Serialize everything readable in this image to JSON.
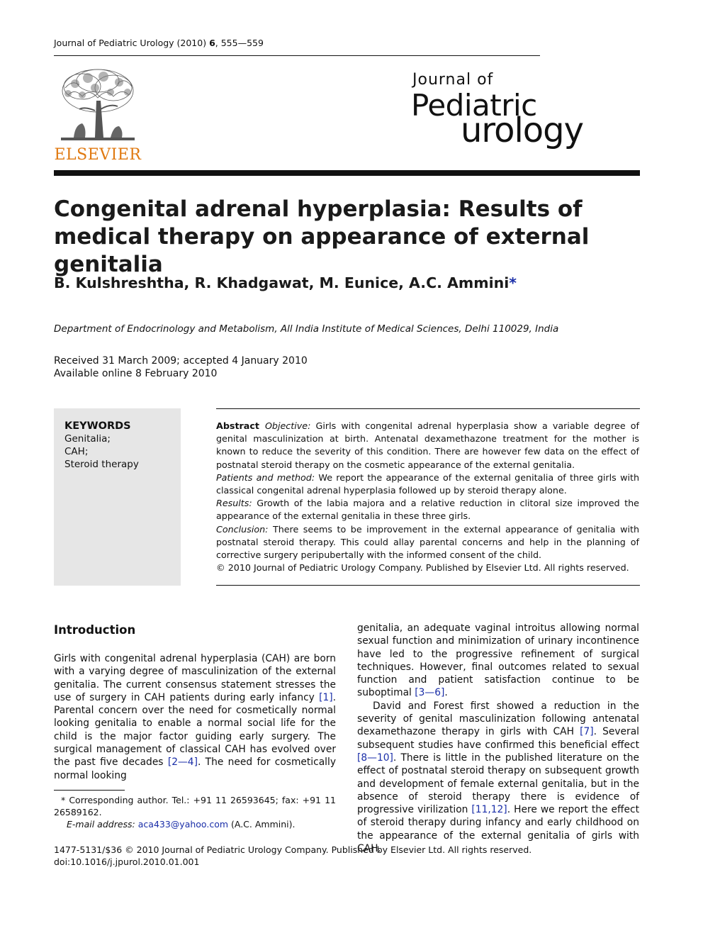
{
  "header": {
    "running_head_prefix": "Journal of Pediatric Urology (2010) ",
    "running_head_volume": "6",
    "running_head_pages": ", 555—559",
    "publisher": "ELSEVIER",
    "journal_logo_line1": "Journal of",
    "journal_logo_line2": "Pediatric",
    "journal_logo_line3": "urology"
  },
  "article": {
    "title": "Congenital adrenal hyperplasia: Results of medical therapy on appearance of external genitalia",
    "authors": "B. Kulshreshtha, R. Khadgawat, M. Eunice, A.C. Ammini",
    "corresponding_marker": "*",
    "affiliation": "Department of Endocrinology and Metabolism, All India Institute of Medical Sciences, Delhi 110029, India",
    "received": "Received 31 March 2009; accepted 4 January 2010",
    "available": "Available online 8 February 2010"
  },
  "keywords": {
    "title": "KEYWORDS",
    "items": [
      "Genitalia;",
      "CAH;",
      "Steroid therapy"
    ]
  },
  "abstract": {
    "label": "Abstract",
    "objective_label": "Objective:",
    "objective": " Girls with congenital adrenal hyperplasia show a variable degree of genital masculinization at birth. Antenatal dexamethazone treatment for the mother is known to reduce the severity of this condition. There are however few data on the effect of postnatal steroid therapy on the cosmetic appearance of the external genitalia.",
    "methods_label": "Patients and method:",
    "methods": " We report the appearance of the external genitalia of three girls with classical congenital adrenal hyperplasia followed up by steroid therapy alone.",
    "results_label": "Results:",
    "results": " Growth of the labia majora and a relative reduction in clitoral size improved the appearance of the external genitalia in these three girls.",
    "conclusion_label": "Conclusion:",
    "conclusion": " There seems to be improvement in the external appearance of genitalia with postnatal steroid therapy. This could allay parental concerns and help in the planning of corrective surgery peripubertally with the informed consent of the child.",
    "copyright": "© 2010 Journal of Pediatric Urology Company. Published by Elsevier Ltd. All rights reserved."
  },
  "introduction": {
    "heading": "Introduction",
    "p1_a": "Girls with congenital adrenal hyperplasia (CAH) are born with a varying degree of masculinization of the external genitalia. The current consensus statement stresses the use of surgery in CAH patients during early infancy ",
    "ref1": "[1]",
    "p1_b": ". Parental concern over the need for cosmetically normal looking genitalia to enable a normal social life for the child is the major factor guiding early surgery. The surgical management of classical CAH has evolved over the past five decades ",
    "ref2": "[2—4]",
    "p1_c": ". The need for cosmetically normal looking genitalia, an adequate vaginal introitus allowing normal sexual function and minimization of urinary incontinence have led to the progressive refinement of surgical techniques. However, final outcomes related to sexual function and patient satisfaction continue to be suboptimal ",
    "ref3": "[3—6]",
    "p1_d": ".",
    "p2_a": "David and Forest first showed a reduction in the severity of genital masculinization following antenatal dexamethazone therapy in girls with CAH ",
    "ref4": "[7]",
    "p2_b": ". Several subsequent studies have confirmed this beneficial effect ",
    "ref5": "[8—10]",
    "p2_c": ". There is little in the published literature on the effect of postnatal steroid therapy on subsequent growth and development of female external genitalia, but in the absence of steroid therapy there is evidence of progressive virilization ",
    "ref6": "[11,12]",
    "p2_d": ". Here we report the effect of steroid therapy during infancy and early childhood on the appearance of the external genitalia of girls with CAH."
  },
  "footnote": {
    "line1": "* Corresponding author. Tel.: +91 11 26593645; fax: +91 11 26589162.",
    "email_label": "E-mail address:",
    "email": "aca433@yahoo.com",
    "email_suffix": " (A.C. Ammini)."
  },
  "bottom": {
    "line1": "1477-5131/$36 © 2010 Journal of Pediatric Urology Company. Published by Elsevier Ltd. All rights reserved.",
    "doi": "doi:10.1016/j.jpurol.2010.01.001"
  },
  "colors": {
    "link": "#1a2ea8",
    "elsevier_orange": "#e07a12",
    "keyword_box": "#e6e6e6"
  }
}
